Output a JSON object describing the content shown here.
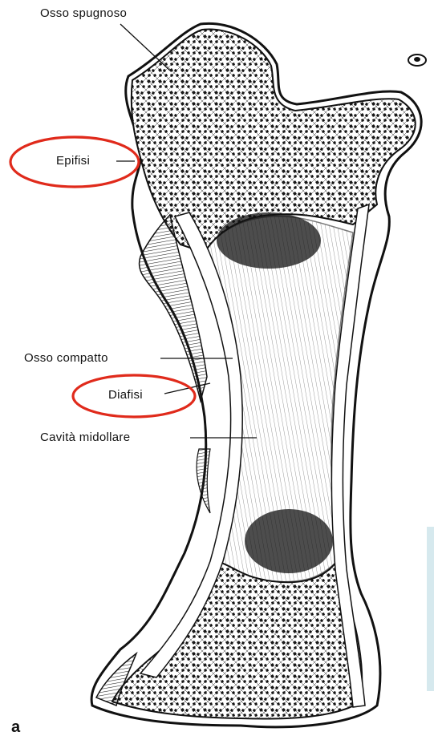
{
  "figure": {
    "panel_letter": "a",
    "labels": {
      "spongy_bone": "Osso spugnoso",
      "epiphysis": "Epifisi",
      "compact_bone": "Osso compatto",
      "diaphysis": "Diafisi",
      "medullary_cavity": "Cavità midollare"
    },
    "highlighted_terms": [
      "Epifisi",
      "Diafisi"
    ],
    "colors": {
      "highlight_circle": "#e02a1b",
      "ink": "#111111",
      "side_panel": "#d6e9ee",
      "background": "#ffffff"
    }
  }
}
